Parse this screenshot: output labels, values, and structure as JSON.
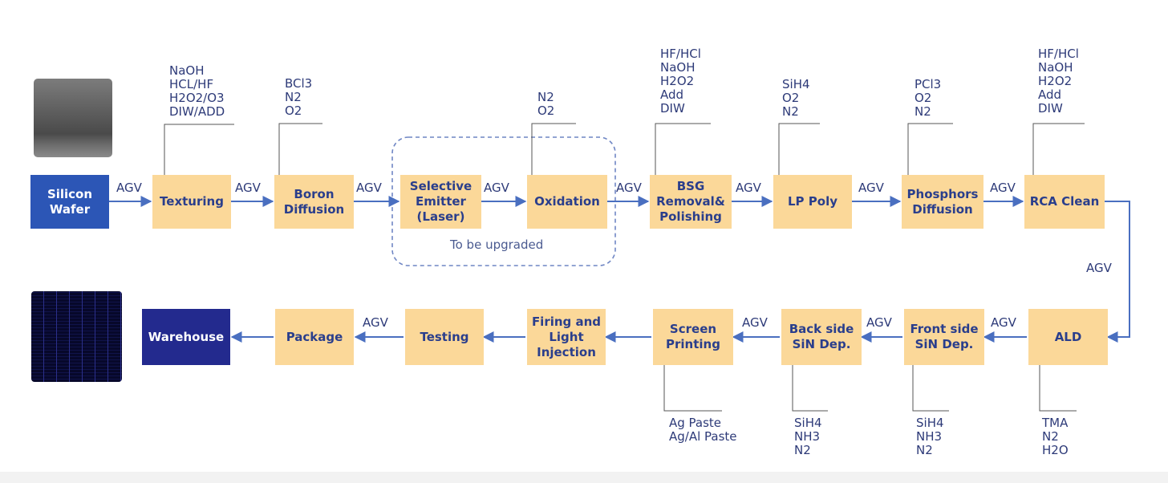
{
  "process_steps": {
    "silicon_wafer": "Silicon\nWafer",
    "texturing": "Texturing",
    "boron_diffusion": "Boron\nDiffusion",
    "selective_emitter": "Selective\nEmitter\n(Laser)",
    "oxidation": "Oxidation",
    "bsg_removal": "BSG\nRemoval&\nPolishing",
    "lp_poly": "LP Poly",
    "phosphors_diffusion": "Phosphors\nDiffusion",
    "rca_clean": "RCA Clean",
    "ald": "ALD",
    "front_side_sin": "Front side\nSiN Dep.",
    "back_side_sin": "Back side\nSiN Dep.",
    "screen_printing": "Screen\nPrinting",
    "firing": "Firing and\nLight\nInjection",
    "testing": "Testing",
    "package": "Package",
    "warehouse": "Warehouse"
  },
  "chemicals": {
    "texturing": "NaOH\nHCL/HF\nH2O2/O3\nDIW/ADD",
    "boron_diffusion": "BCl3\nN2\nO2",
    "oxidation": "N2\nO2",
    "bsg_removal": "HF/HCl\nNaOH\nH2O2\nAdd\nDIW",
    "lp_poly": "SiH4\nO2\nN2",
    "phosphors_diffusion": "PCl3\nO2\nN2",
    "rca_clean": "HF/HCl\nNaOH\nH2O2\nAdd\nDIW",
    "ald": "TMA\nN2\nH2O",
    "front_side_sin": "SiH4\nNH3\nN2",
    "back_side_sin": "SiH4\nNH3\nN2",
    "screen_printing": "Ag Paste\nAg/Al Paste"
  },
  "transport_label": "AGV",
  "upgrade_note": "To be upgraded",
  "colors": {
    "step_fill": "#fbd899",
    "step_text": "#2a3e8c",
    "start_fill": "#2c56b6",
    "end_fill": "#232a8e",
    "arrow": "#4a6fc0",
    "label_text": "#2d3a78"
  }
}
